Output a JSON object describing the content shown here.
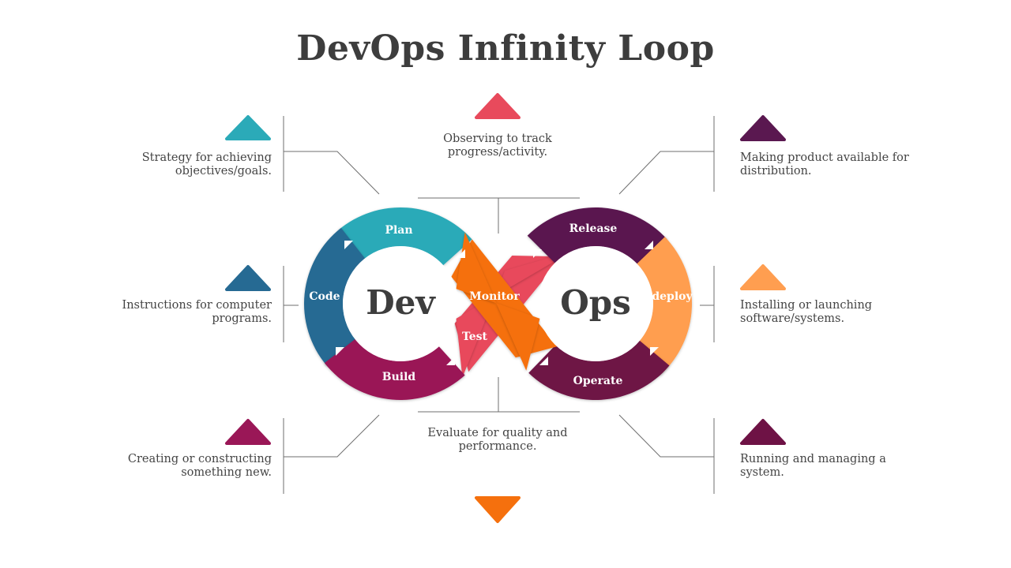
{
  "title": "DevOps Infinity Loop",
  "center": {
    "dev": "Dev",
    "ops": "Ops"
  },
  "stages": {
    "plan": {
      "label": "Plan",
      "desc": "Strategy for achieving objectives/goals.",
      "color": "#2BAAB8"
    },
    "code": {
      "label": "Code",
      "desc": "Instructions for computer programs.",
      "color": "#266A93"
    },
    "build": {
      "label": "Build",
      "desc": "Creating or constructing something new.",
      "color": "#9A1757"
    },
    "test": {
      "label": "Test",
      "desc": "Evaluate for quality and performance.",
      "color": "#E84A5C"
    },
    "monitor": {
      "label": "Monitor",
      "desc": "Observing to track progress/activity.",
      "color": "#F5700D"
    },
    "release": {
      "label": "Release",
      "desc": "Making product available for distribution.",
      "color": "#5A1850"
    },
    "deploy": {
      "label": "deploy",
      "desc": "Installing or launching software/systems.",
      "color": "#FF9E50"
    },
    "operate": {
      "label": "Operate",
      "desc": "Running and managing a system.",
      "color": "#6E1245"
    }
  },
  "desc_lines": {
    "plan": [
      "Strategy for achieving",
      "objectives/goals."
    ],
    "code": [
      "Instructions for computer",
      "programs."
    ],
    "build": [
      "Creating or constructing",
      "something new."
    ],
    "test": [
      "Evaluate for quality and",
      "performance."
    ],
    "monitor": [
      "Observing to track",
      "progress/activity."
    ],
    "release": [
      "Making product available for",
      "distribution."
    ],
    "deploy": [
      "Installing or launching",
      "software/systems."
    ],
    "operate": [
      "Running and managing a",
      "system."
    ]
  }
}
